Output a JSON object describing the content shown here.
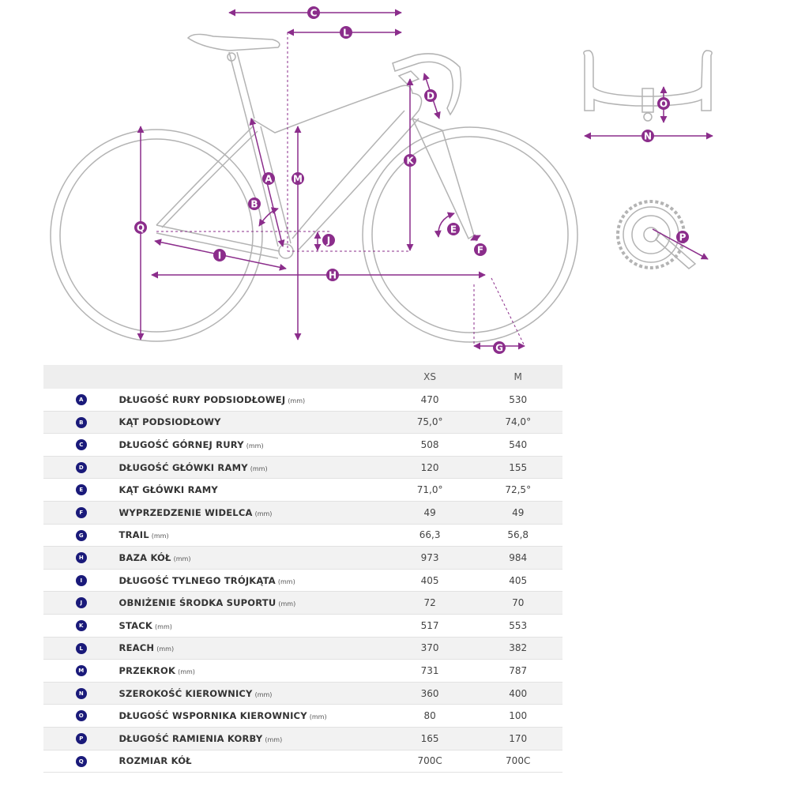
{
  "colors": {
    "accent": "#8b2d8b",
    "badge": "#1a1a7a",
    "frame": "#b3b3b3"
  },
  "diagram": {
    "labels": {
      "A": "A",
      "B": "B",
      "C": "C",
      "D": "D",
      "E": "E",
      "F": "F",
      "G": "G",
      "H": "H",
      "I": "I",
      "J": "J",
      "K": "K",
      "L": "L",
      "M": "M",
      "N": "N",
      "O": "O",
      "P": "P",
      "Q": "Q"
    }
  },
  "table": {
    "headers": {
      "xs": "XS",
      "m": "M"
    },
    "rows": [
      {
        "letter": "A",
        "name": "DŁUGOŚĆ RURY PODSIODŁOWEJ",
        "unit": "(mm)",
        "xs": "470",
        "m": "530"
      },
      {
        "letter": "B",
        "name": "KĄT PODSIODŁOWY",
        "unit": "",
        "xs": "75,0°",
        "m": "74,0°"
      },
      {
        "letter": "C",
        "name": "DŁUGOŚĆ GÓRNEJ RURY",
        "unit": "(mm)",
        "xs": "508",
        "m": "540"
      },
      {
        "letter": "D",
        "name": "DŁUGOŚĆ GŁÓWKI RAMY",
        "unit": "(mm)",
        "xs": "120",
        "m": "155"
      },
      {
        "letter": "E",
        "name": "KĄT GŁÓWKI RAMY",
        "unit": "",
        "xs": "71,0°",
        "m": "72,5°"
      },
      {
        "letter": "F",
        "name": "WYPRZEDZENIE WIDELCA",
        "unit": "(mm)",
        "xs": "49",
        "m": "49"
      },
      {
        "letter": "G",
        "name": "TRAIL",
        "unit": "(mm)",
        "xs": "66,3",
        "m": "56,8"
      },
      {
        "letter": "H",
        "name": "BAZA KÓŁ",
        "unit": "(mm)",
        "xs": "973",
        "m": "984"
      },
      {
        "letter": "I",
        "name": "DŁUGOŚĆ TYLNEGO TRÓJKĄTA",
        "unit": "(mm)",
        "xs": "405",
        "m": "405"
      },
      {
        "letter": "J",
        "name": "OBNIŻENIE ŚRODKA SUPORTU",
        "unit": "(mm)",
        "xs": "72",
        "m": "70"
      },
      {
        "letter": "K",
        "name": "STACK",
        "unit": "(mm)",
        "xs": "517",
        "m": "553"
      },
      {
        "letter": "L",
        "name": "REACH",
        "unit": "(mm)",
        "xs": "370",
        "m": "382"
      },
      {
        "letter": "M",
        "name": "PRZEKROK",
        "unit": "(mm)",
        "xs": "731",
        "m": "787"
      },
      {
        "letter": "N",
        "name": "SZEROKOŚĆ KIEROWNICY",
        "unit": "(mm)",
        "xs": "360",
        "m": "400"
      },
      {
        "letter": "O",
        "name": "DŁUGOŚĆ WSPORNIKA KIEROWNICY",
        "unit": "(mm)",
        "xs": "80",
        "m": "100"
      },
      {
        "letter": "P",
        "name": "DŁUGOŚĆ RAMIENIA KORBY",
        "unit": "(mm)",
        "xs": "165",
        "m": "170"
      },
      {
        "letter": "Q",
        "name": "ROZMIAR KÓŁ",
        "unit": "",
        "xs": "700C",
        "m": "700C"
      }
    ]
  }
}
